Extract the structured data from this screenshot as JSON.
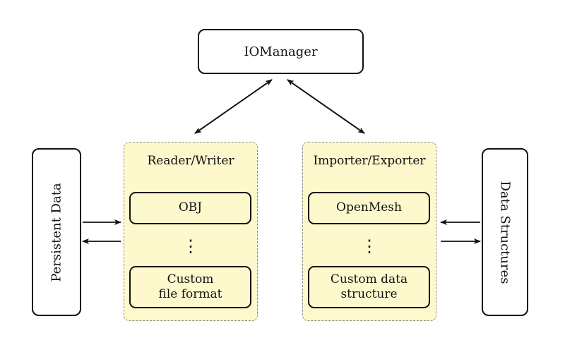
{
  "diagram": {
    "top_node": {
      "label": "IOManager"
    },
    "left_node": {
      "label": "Persistent Data"
    },
    "right_node": {
      "label": "Data Structures"
    },
    "panels": [
      {
        "label": "Reader/Writer",
        "item_top": "OBJ",
        "dots": "⋮",
        "item_bottom_line1": "Custom",
        "item_bottom_line2": "file format"
      },
      {
        "label": "Importer/Exporter",
        "item_top": "OpenMesh",
        "dots": "⋮",
        "item_bottom_line1": "Custom data",
        "item_bottom_line2": "structure"
      }
    ],
    "colors": {
      "panel_fill": "#fdf9cd",
      "panel_border": "#8a8a8a",
      "node_fill": "#ffffff",
      "line": "#111111",
      "background": "#ffffff"
    }
  }
}
